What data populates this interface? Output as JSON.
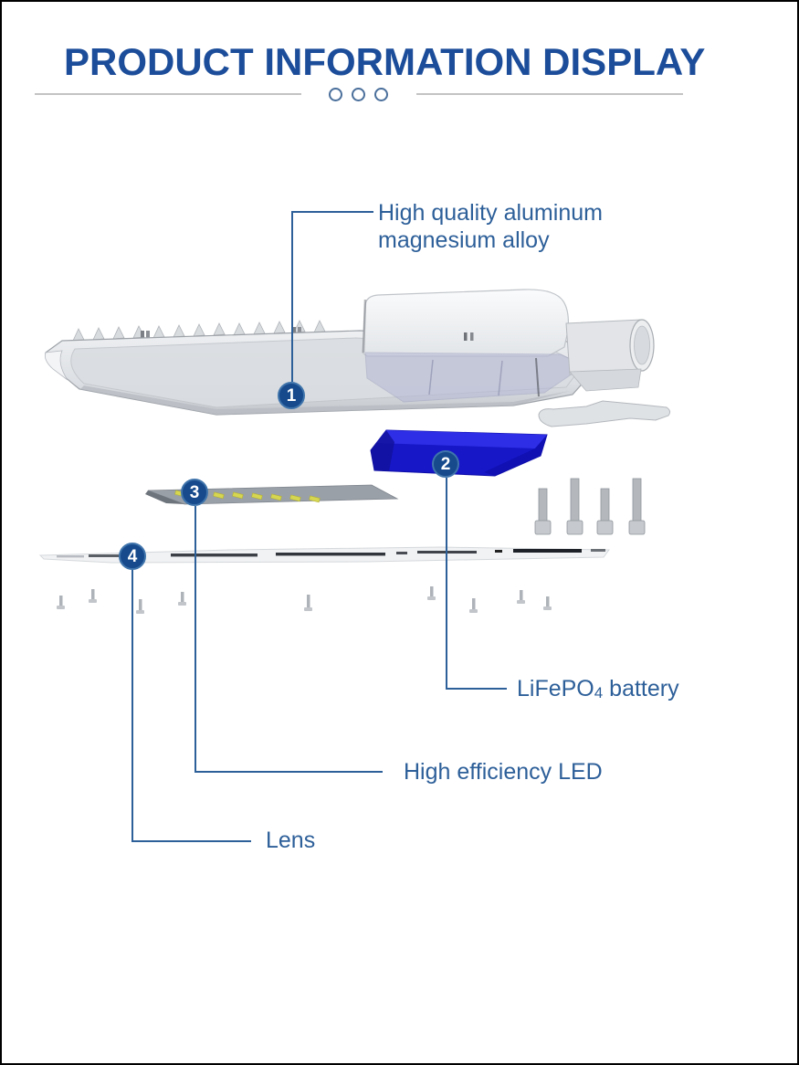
{
  "header": {
    "title": "PRODUCT INFORMATION DISPLAY",
    "divider_dot_count": 3
  },
  "colors": {
    "title_blue": "#1c4d9a",
    "label_blue": "#2d5f99",
    "badge_blue": "#164a8c",
    "battery_blue": "#1717c8",
    "divider_gray": "#c3c3c3"
  },
  "diagram": {
    "subject": "solar-led-street-light-exploded-view",
    "callouts": [
      {
        "number": "1",
        "label_line1": "High quality aluminum",
        "label_line2": "magnesium alloy"
      },
      {
        "number": "2",
        "label_prefix": "LiFePO",
        "label_sub": "4",
        "label_suffix": " battery"
      },
      {
        "number": "3",
        "label": "High efficiency LED"
      },
      {
        "number": "4",
        "label": "Lens"
      }
    ]
  }
}
